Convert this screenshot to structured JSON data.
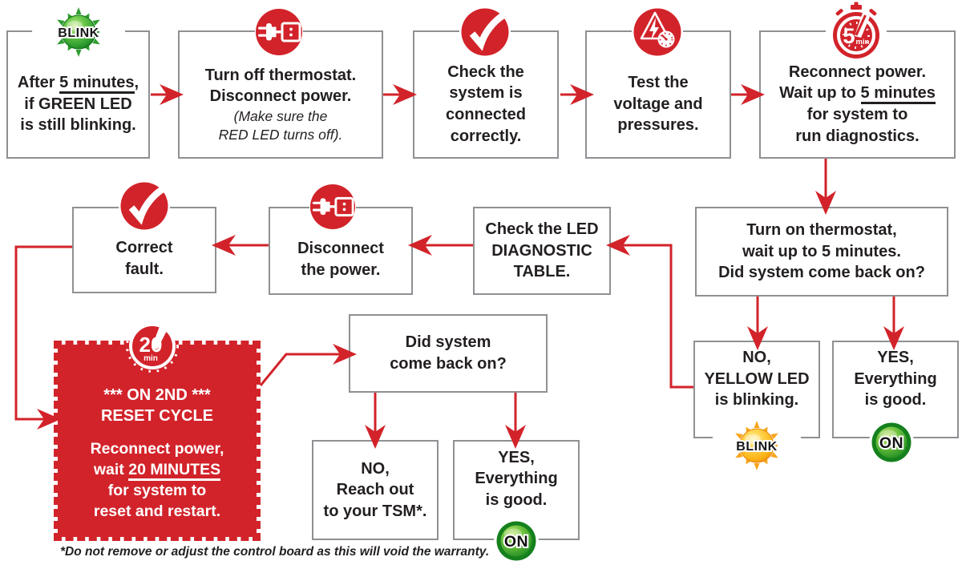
{
  "colors": {
    "red": "#d2232a",
    "box_border": "#8e9093",
    "text": "#231f20",
    "green": "#2f9e30",
    "green_dark": "#15801d",
    "yellow": "#fbb316",
    "yellow_deep": "#f9a51b",
    "white": "#ffffff"
  },
  "icons": {
    "blink_label": "BLINK",
    "on_label": "ON",
    "five_label": "5",
    "twenty_label": "20",
    "min_label": "min"
  },
  "steps": {
    "after5": {
      "l1a": "After ",
      "l1b": "5 minutes",
      "l1c": ",",
      "l2": "if GREEN LED",
      "l3": "is still blinking."
    },
    "turnoff": {
      "l1": "Turn off thermostat.",
      "l2": "Disconnect power.",
      "l3": "(Make sure the",
      "l4": "RED LED turns off)."
    },
    "checksys": {
      "l1": "Check the",
      "l2": "system is",
      "l3": "connected",
      "l4": "correctly."
    },
    "testvolt": {
      "l1": "Test the",
      "l2": "voltage and",
      "l3": "pressures."
    },
    "reconnect": {
      "l1": "Reconnect power.",
      "l2a": "Wait up to ",
      "l2b": "5 minutes",
      "l3": "for system to",
      "l4": "run diagnostics."
    },
    "turnon": {
      "l1": "Turn on thermostat,",
      "l2": "wait up to 5 minutes.",
      "l3": "Did system come back on?"
    },
    "checkled": {
      "l1": "Check the LED",
      "l2": "DIAGNOSTIC",
      "l3": "TABLE."
    },
    "disconnect": {
      "l1": "Disconnect",
      "l2": "the power."
    },
    "correctfault": {
      "l1": "Correct",
      "l2": "fault."
    },
    "resetcycle": {
      "t1": "*** ON 2ND ***",
      "t2": "RESET CYCLE",
      "l1": "Reconnect power,",
      "l2a": "wait ",
      "l2b": "20 MINUTES",
      "l3": "for system to",
      "l4": "reset and restart."
    },
    "didcomeback": {
      "l1": "Did system",
      "l2": "come back on?"
    },
    "noreach": {
      "l1": "NO,",
      "l2": "Reach out",
      "l3": "to your TSM*."
    },
    "yesgood_mid": {
      "l1": "YES,",
      "l2": "Everything",
      "l3": "is good."
    },
    "noyellow": {
      "l1": "NO,",
      "l2": "YELLOW LED",
      "l3": "is blinking."
    },
    "yesgood_right": {
      "l1": "YES,",
      "l2": "Everything",
      "l3": "is good."
    }
  },
  "footnote": "*Do not remove or adjust the control board as this will void the warranty."
}
